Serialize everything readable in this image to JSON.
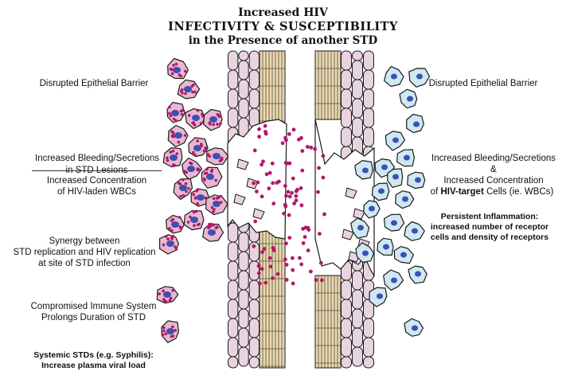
{
  "title": {
    "line1": "Increased HIV",
    "line2": "INFECTIVITY  &  SUSCEPTIBILITY",
    "line3": "in the Presence of another STD"
  },
  "left_labels": {
    "barrier": "Disrupted Epithelial Barrier",
    "bleeding": "Increased Bleeding/Secretions",
    "lesions": "in STD Lesions",
    "concentration_1": "Increased Concentration",
    "concentration_2": "of HIV-laden WBCs",
    "synergy_1": "Synergy between",
    "synergy_2": "STD replication and HIV replication",
    "synergy_3": "at site of STD infection",
    "immune_1": "Compromised Immune System",
    "immune_2": "Prolongs Duration of STD",
    "systemic_1": "Systemic STDs (e.g. Syphilis):",
    "systemic_2": "Increase plasma viral load"
  },
  "right_labels": {
    "barrier": "Disrupted Epithelial Barrier",
    "bleeding": "Increased Bleeding/Secretions",
    "ampersand": "&",
    "concentration": "Increased Concentration",
    "target_prefix": "of ",
    "target_bold": "HIV-target",
    "target_suffix": " Cells (ie. WBCs)",
    "inflammation_1": "Persistent Inflammation:",
    "inflammation_2": "increased number of receptor",
    "inflammation_3": "cells and density of receptors"
  },
  "colors": {
    "epithelium_fill": "#e8d4e0",
    "stroma_fill": "#ecd9b0",
    "infected_cell_fill": "#e7b8cf",
    "virus_dot": "#b2186a",
    "target_cell_fill": "#cfe8f2",
    "nucleus": "#3d4fb0",
    "outline": "#1a1a1a"
  }
}
